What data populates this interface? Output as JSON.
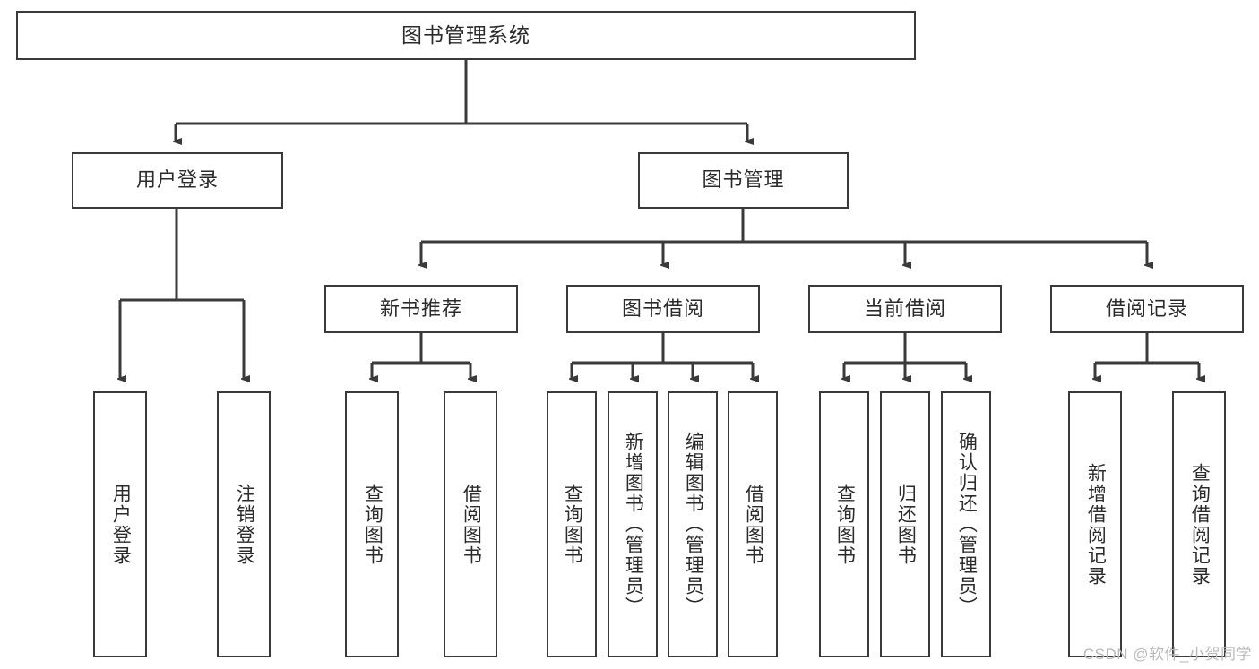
{
  "diagram": {
    "title": "图书管理系统",
    "type": "tree-hierarchy",
    "colors": {
      "box_border": "#3a3a3a",
      "box_fill": "#ffffff",
      "line": "#3a3a3a",
      "text": "#2b2b2b",
      "watermark": "#b9b9b9",
      "background": "#ffffff"
    },
    "root": {
      "label": "图书管理系统"
    },
    "level2": [
      {
        "label": "用户登录"
      },
      {
        "label": "图书管理"
      }
    ],
    "level3": [
      {
        "label": "新书推荐"
      },
      {
        "label": "图书借阅"
      },
      {
        "label": "当前借阅"
      },
      {
        "label": "借阅记录"
      }
    ],
    "leaves": {
      "user_login": [
        {
          "label": "用户登录"
        },
        {
          "label": "注销登录"
        }
      ],
      "new_book_recommend": [
        {
          "label": "查询图书"
        },
        {
          "label": "借阅图书"
        }
      ],
      "book_borrow": [
        {
          "label": "查询图书"
        },
        {
          "label": "新增图书（管理员）"
        },
        {
          "label": "编辑图书（管理员）"
        },
        {
          "label": "借阅图书"
        }
      ],
      "current_borrow": [
        {
          "label": "查询图书"
        },
        {
          "label": "归还图书"
        },
        {
          "label": "确认归还（管理员）"
        }
      ],
      "borrow_record": [
        {
          "label": "新增借阅记录"
        },
        {
          "label": "查询借阅记录"
        }
      ]
    }
  },
  "watermark": {
    "text": "CSDN @软件_小贺同学"
  }
}
